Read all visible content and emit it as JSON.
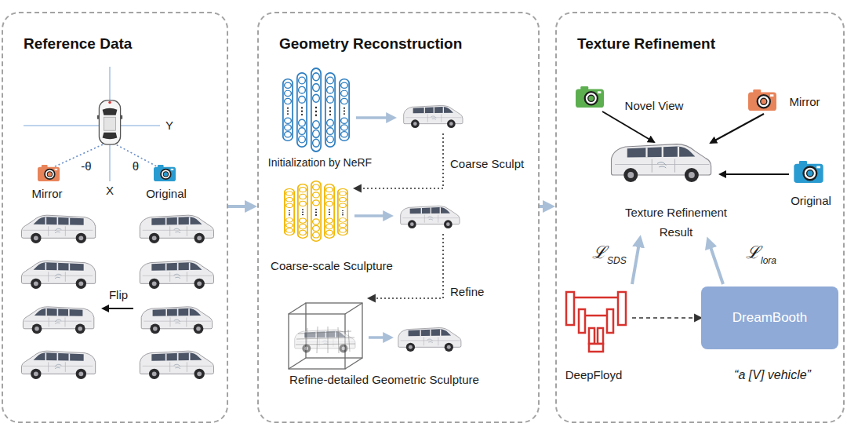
{
  "diagram": {
    "nodes": [
      {
        "text": [
          "Reference Data"
        ]
      },
      {
        "text": [
          "Geometry Reconstruction"
        ]
      },
      {
        "text": [
          "Texture Refinement"
        ]
      },
      {
        "text": [
          "DreamBooth"
        ],
        "in": 2
      }
    ],
    "edges": [
      {
        "from": 0,
        "to": 1,
        "arrow": "to"
      },
      {
        "from": 1,
        "to": 2,
        "arrow": "to"
      }
    ],
    "labels": [
      "Y",
      "-θ",
      "θ",
      "Mirror",
      "X",
      "Original",
      "Flip",
      "Initialization by NeRF",
      "Coarse Sculpt",
      "Coarse-scale Sculpture",
      "Refine",
      "Refine-detailed Geometric Sculpture",
      "Novel View",
      "Mirror",
      "Original",
      "Texture Refinement Result",
      "ℒ",
      "SDS",
      "ℒ",
      "lora",
      "DeepFloyd",
      "“a [V] vehicle”"
    ]
  }
}
